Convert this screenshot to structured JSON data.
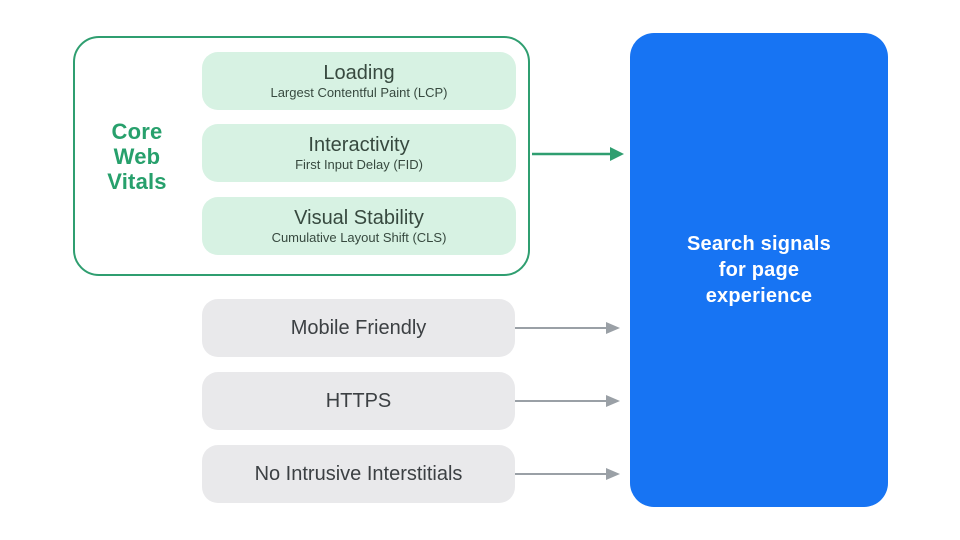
{
  "colors": {
    "canvas-bg": "#FFFFFF",
    "green": "#27A06C",
    "green-border": "#2F9E70",
    "green-pill-bg": "#D7F2E3",
    "green-pill-text": "#37493F",
    "gray-pill-bg": "#E9E9EB",
    "gray-pill-text": "#3C4043",
    "arrow-gray": "#9AA0A6",
    "blue-bg": "#1774F3",
    "blue-text": "#FFFFFF"
  },
  "core_web_vitals": {
    "label_lines": [
      "Core",
      "Web",
      "Vitals"
    ],
    "items": [
      {
        "title": "Loading",
        "subtitle": "Largest Contentful Paint (LCP)"
      },
      {
        "title": "Interactivity",
        "subtitle": "First Input Delay (FID)"
      },
      {
        "title": "Visual Stability",
        "subtitle": "Cumulative Layout Shift (CLS)"
      }
    ]
  },
  "other_signals": [
    {
      "label": "Mobile Friendly"
    },
    {
      "label": "HTTPS"
    },
    {
      "label": "No Intrusive Interstitials"
    }
  ],
  "result_box": {
    "label_lines": [
      "Search signals",
      "for page",
      "experience"
    ]
  }
}
